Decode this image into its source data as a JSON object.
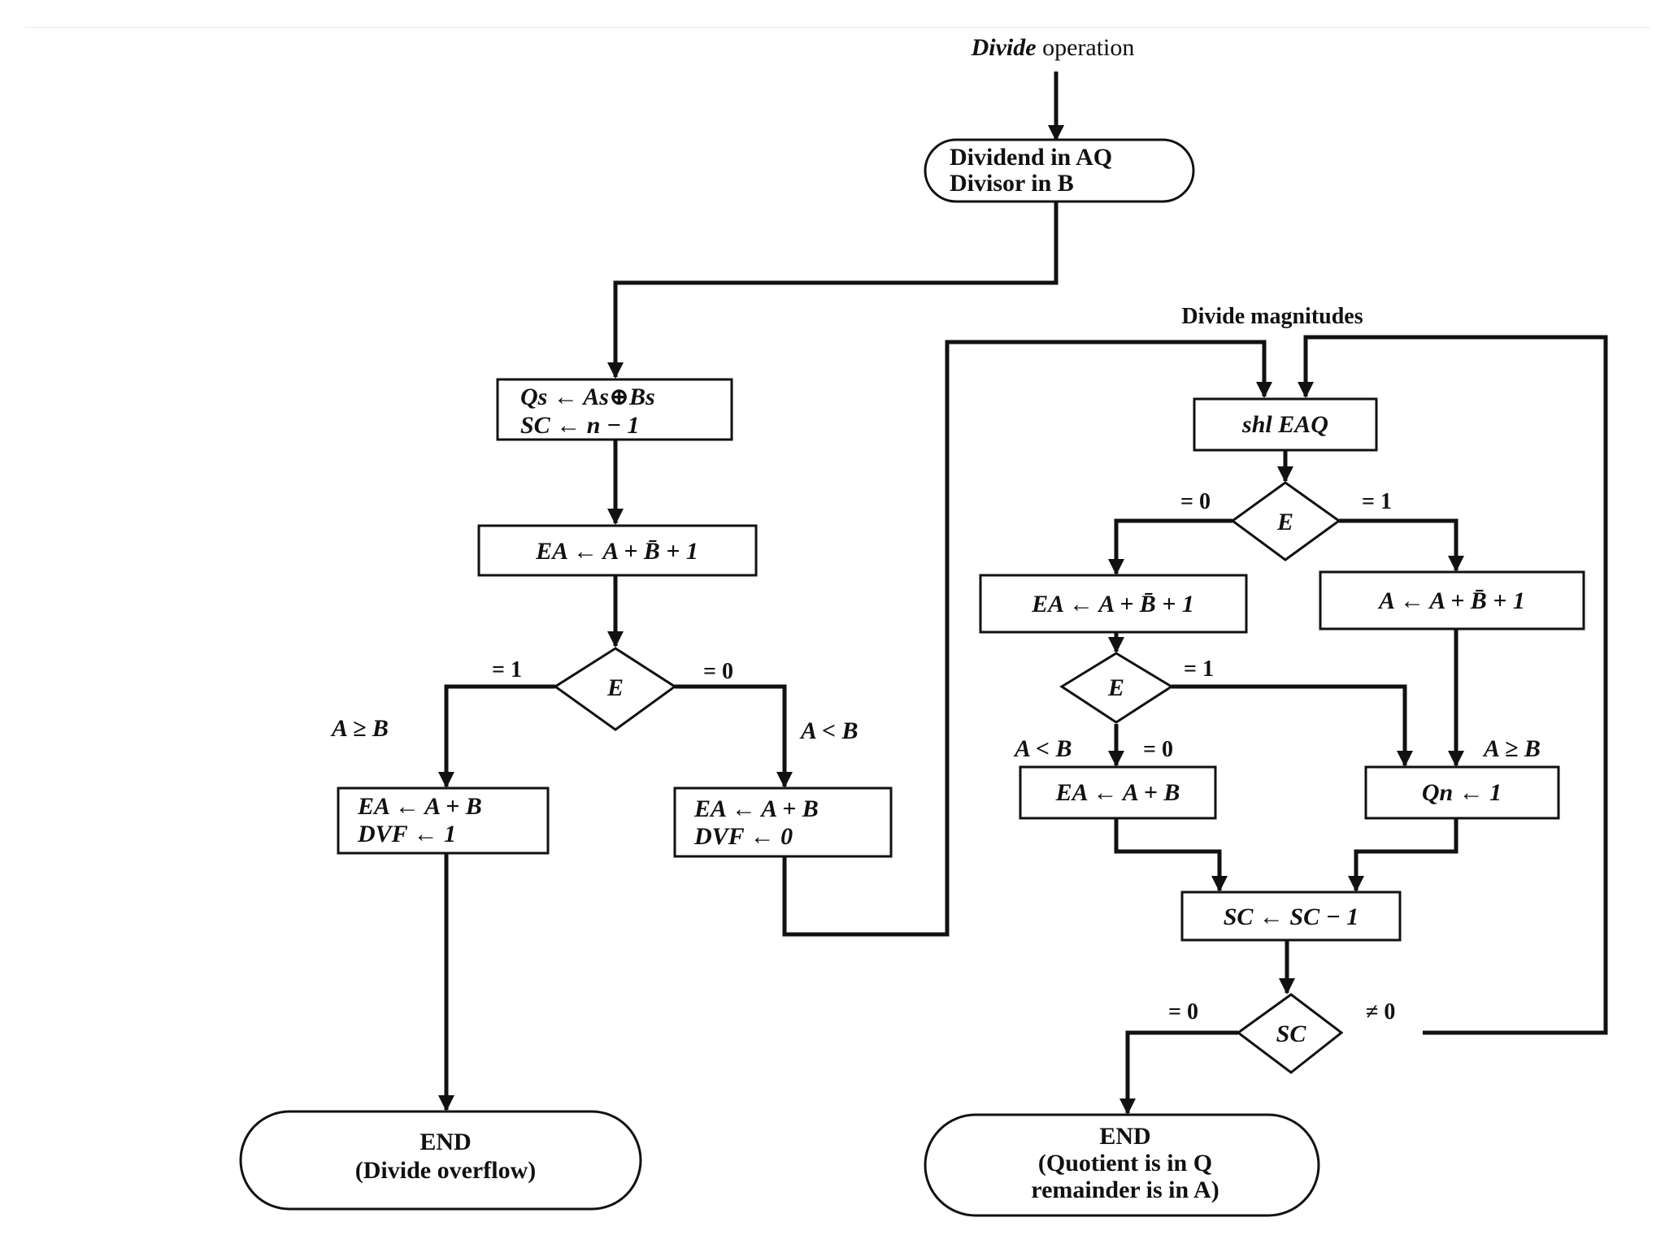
{
  "diagram": {
    "title_italic": "Divide",
    "title_rest": " operation",
    "start_line1": "Dividend in AQ",
    "start_line2": "Divisor in B",
    "init_line1": "Qs ← As⊕Bs",
    "init_line2": "SC ← n − 1",
    "sub1": "EA ← A + B̄ + 1",
    "decision1": "E",
    "e1_label": "= 1",
    "e0_label": "= 0",
    "a_ge_b": "A ≥ B",
    "a_lt_b": "A < B",
    "overflow_line1": "EA ← A + B",
    "overflow_line2": "DVF ← 1",
    "nooverflow_line1": "EA ← A + B",
    "nooverflow_line2": "DVF ← 0",
    "end_left_line1": "END",
    "end_left_line2": "(Divide overflow)",
    "magnitudes_label": "Divide magnitudes",
    "shl": "shl EAQ",
    "decision2": "E",
    "e2_zero": "= 0",
    "e2_one": "= 1",
    "sub_left": "EA ← A + B̄ + 1",
    "sub_right": "A ← A + B̄ + 1",
    "decision3": "E",
    "e3_one": "= 1",
    "a_lt_b2": "A < B",
    "e3_zero": "= 0",
    "a_ge_b2": "A ≥ B",
    "restore": "EA ← A + B",
    "qn": "Qn ← 1",
    "dec_sc": "SC ← SC − 1",
    "decision4": "SC",
    "sc_zero": "= 0",
    "sc_nonzero": "≠ 0",
    "end_right_line1": "END",
    "end_right_line2": "(Quotient is in Q",
    "end_right_line3": "remainder is in A)"
  }
}
